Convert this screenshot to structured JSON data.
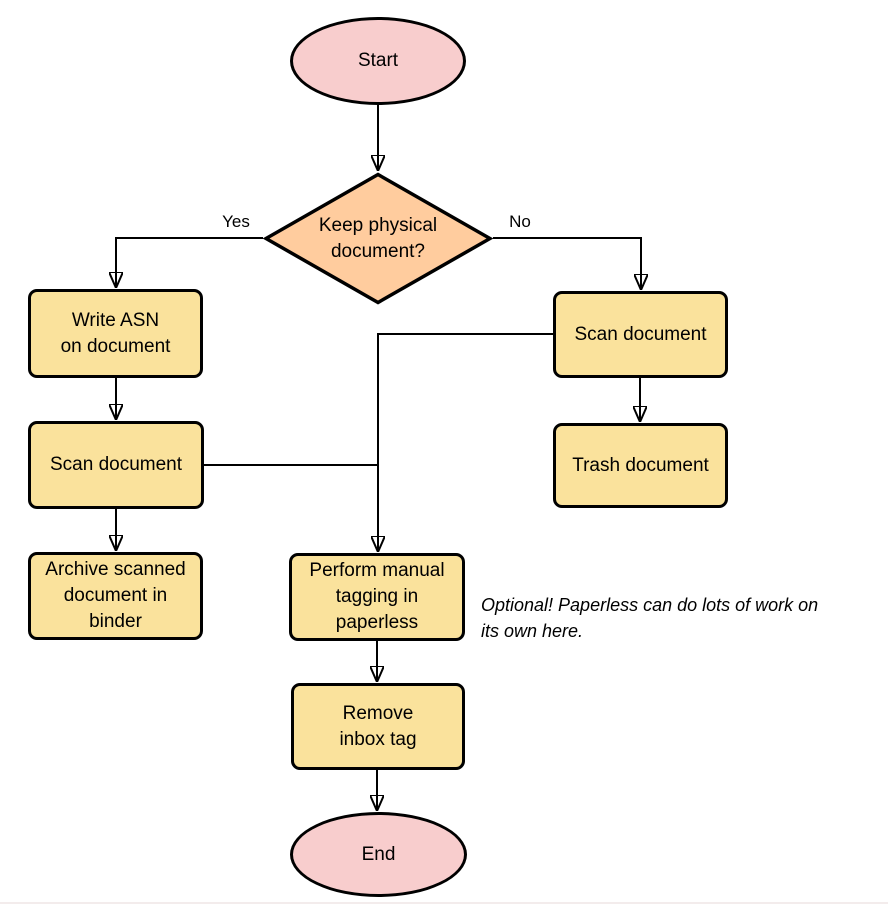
{
  "diagram": {
    "nodes": {
      "start": {
        "label": "Start",
        "shape": "ellipse"
      },
      "decision": {
        "label": "Keep physical\ndocument?",
        "shape": "diamond"
      },
      "write_asn": {
        "label": "Write ASN\non document",
        "shape": "process"
      },
      "scan_left": {
        "label": "Scan document",
        "shape": "process"
      },
      "archive": {
        "label": "Archive scanned\ndocument in\nbinder",
        "shape": "process"
      },
      "scan_right": {
        "label": "Scan document",
        "shape": "process"
      },
      "trash": {
        "label": "Trash document",
        "shape": "process"
      },
      "tagging": {
        "label": "Perform manual\ntagging in\npaperless",
        "shape": "process"
      },
      "remove_inbox": {
        "label": "Remove\ninbox tag",
        "shape": "process"
      },
      "end": {
        "label": "End",
        "shape": "ellipse"
      }
    },
    "edge_labels": {
      "yes": "Yes",
      "no": "No"
    },
    "note": {
      "text": "Optional! Paperless can do lots of work on\nits own here."
    },
    "colors": {
      "terminator_fill": "#F8CDCD",
      "decision_fill": "#FFCC9E",
      "process_fill": "#FAE29C",
      "stroke": "#000000",
      "background": "#FFFFFF"
    }
  }
}
